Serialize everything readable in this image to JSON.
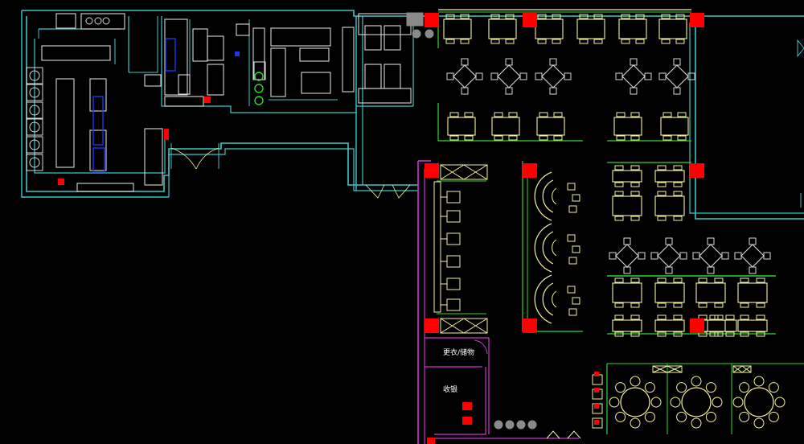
{
  "title": "",
  "colors": {
    "background": "#000000",
    "wall": "#3fc6c6",
    "partition": "#d433d4",
    "furniture": "#f2f2a0",
    "column": "#ff0000",
    "green_line": "#2fd62f",
    "equipment": "#d8d8d8",
    "blue_equipment": "#2233ee",
    "grey": "#8a8a8a",
    "label": "#ffffff"
  },
  "labels": {
    "storage_room": "更衣/储物",
    "office": "收银"
  },
  "layers": [
    "walls",
    "kitchen-equipment",
    "columns",
    "dining-tables",
    "booths",
    "round-tables",
    "partitions",
    "plants"
  ]
}
